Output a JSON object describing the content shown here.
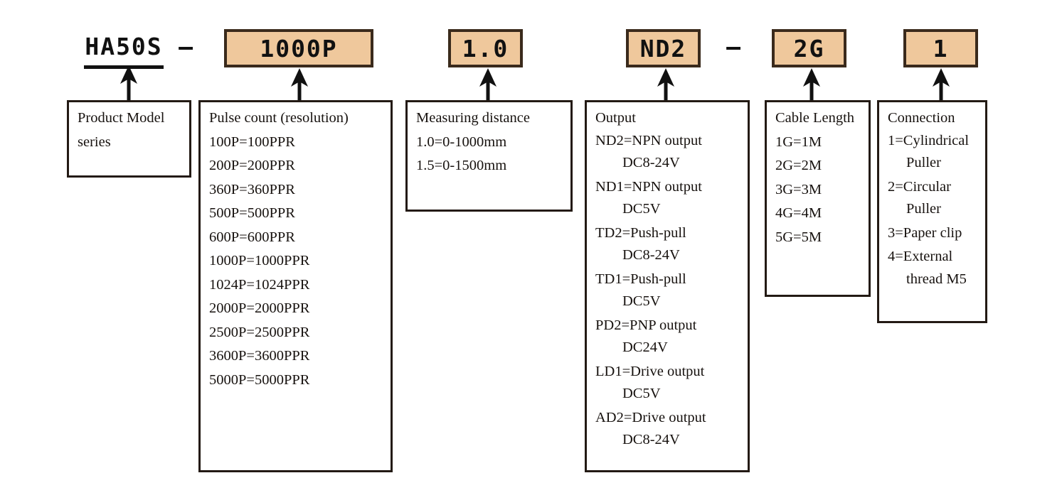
{
  "colors": {
    "box_fill": "#EFC89C",
    "box_border": "#3a2a1c",
    "desc_border": "#231a14",
    "text": "#17120f",
    "background": "#ffffff"
  },
  "model_code": {
    "series": "HA50S",
    "dash1": "–",
    "pulse": "1000P",
    "distance": "1.0",
    "output": "ND2",
    "dash2": "–",
    "cable": "2G",
    "connection": "1"
  },
  "sections": {
    "product_model": {
      "title_line1": "Product Model",
      "title_line2": "series"
    },
    "pulse_count": {
      "title": "Pulse count (resolution)",
      "options": [
        "100P=100PPR",
        "200P=200PPR",
        "360P=360PPR",
        "500P=500PPR",
        "600P=600PPR",
        "1000P=1000PPR",
        "1024P=1024PPR",
        "2000P=2000PPR",
        "2500P=2500PPR",
        "3600P=3600PPR",
        "5000P=5000PPR"
      ]
    },
    "measuring_distance": {
      "title": "Measuring distance",
      "options": [
        "1.0=0-1000mm",
        "1.5=0-1500mm"
      ]
    },
    "output": {
      "title": "Output",
      "options": [
        {
          "code": "ND2=NPN output",
          "spec": "DC8-24V"
        },
        {
          "code": "ND1=NPN output",
          "spec": "DC5V"
        },
        {
          "code": "TD2=Push-pull",
          "spec": "DC8-24V"
        },
        {
          "code": "TD1=Push-pull",
          "spec": "DC5V"
        },
        {
          "code": "PD2=PNP output",
          "spec": "DC24V"
        },
        {
          "code": "LD1=Drive output",
          "spec": "DC5V"
        },
        {
          "code": "AD2=Drive output",
          "spec": "DC8-24V"
        }
      ]
    },
    "cable_length": {
      "title": "Cable Length",
      "options": [
        "1G=1M",
        "2G=2M",
        "3G=3M",
        "4G=4M",
        "5G=5M"
      ]
    },
    "connection": {
      "title": "Connection",
      "options": [
        {
          "line1": "1=Cylindrical",
          "line2": "Puller"
        },
        {
          "line1": "2=Circular",
          "line2": "Puller"
        },
        {
          "line1": "3=Paper clip",
          "line2": ""
        },
        {
          "line1": "4=External",
          "line2": "thread M5"
        }
      ]
    }
  }
}
